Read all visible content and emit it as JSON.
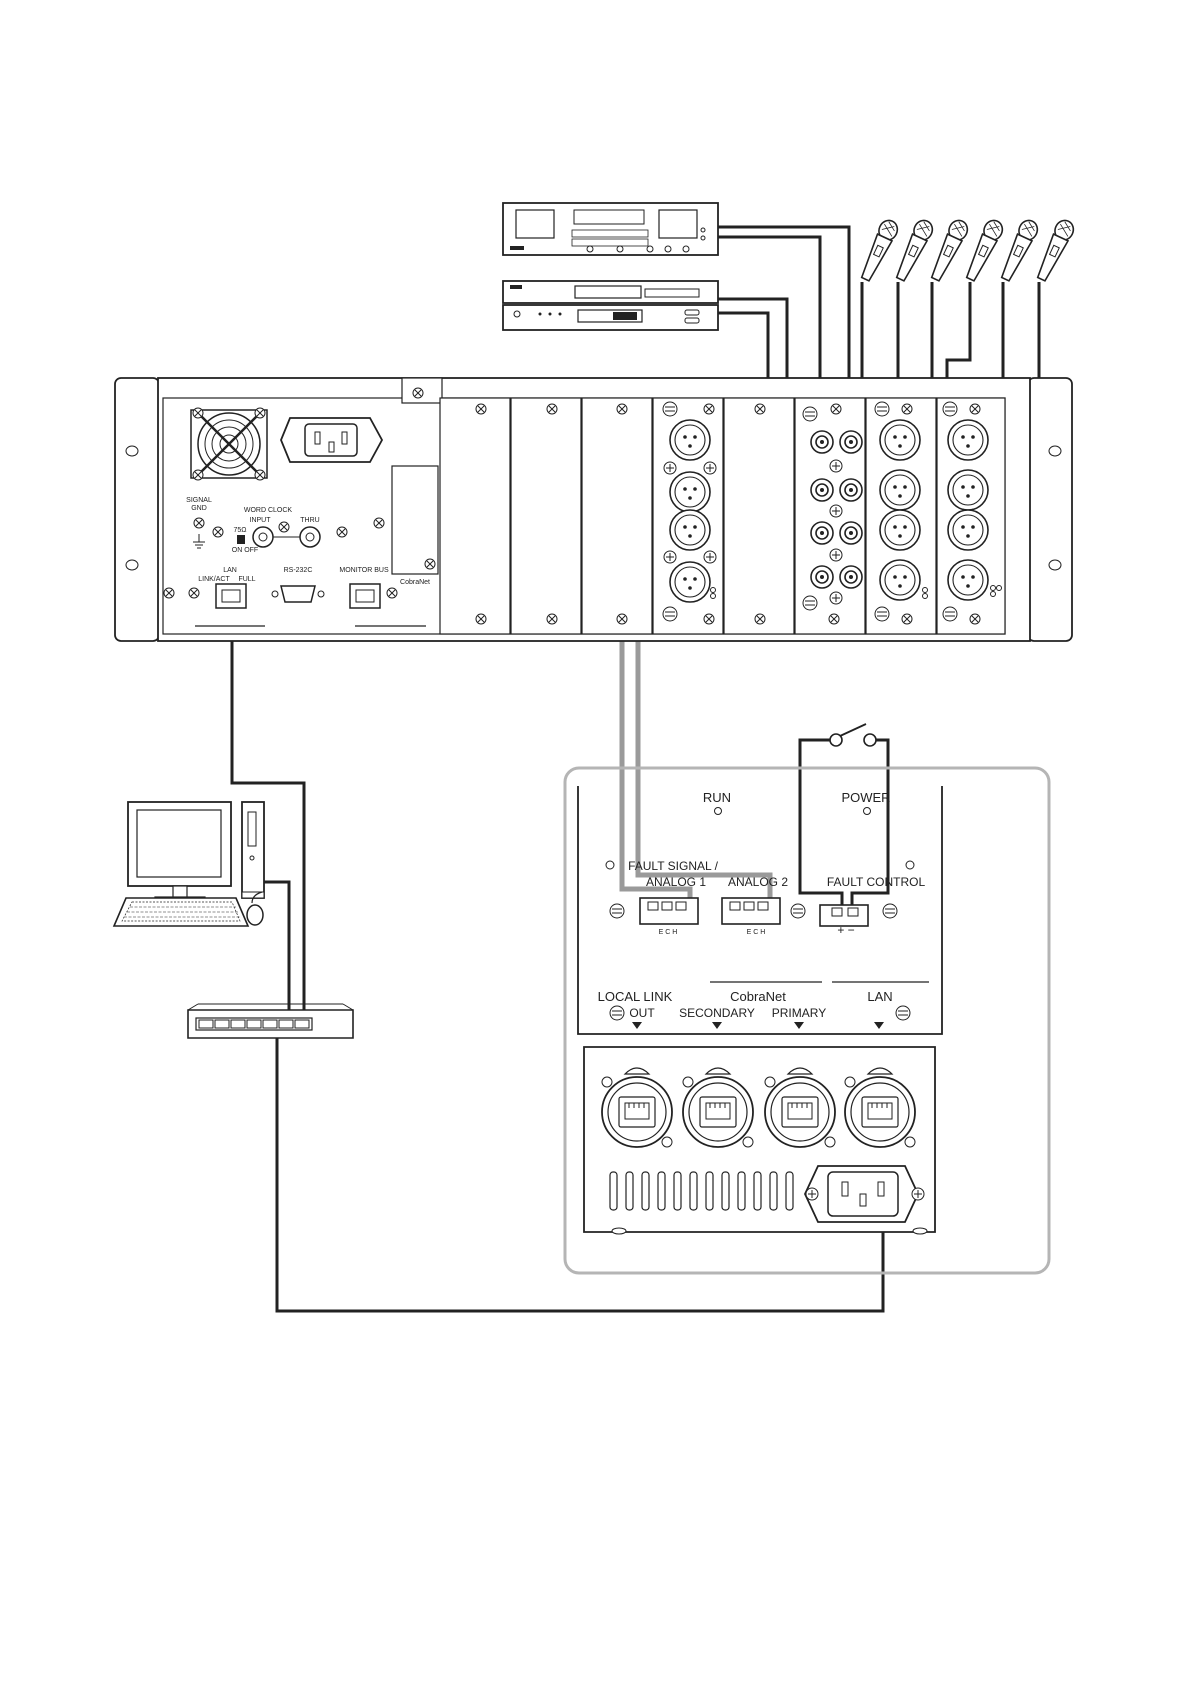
{
  "rear_panel": {
    "signal_gnd": [
      "SIGNAL",
      "GND"
    ],
    "word_clock": "WORD CLOCK",
    "input": "INPUT",
    "thru": "THRU",
    "termination": "75Ω",
    "on_off": "ON  OFF",
    "lan": "LAN",
    "link_act": "LINK/ACT",
    "full": "FULL",
    "rs232c": "RS-232C",
    "monitor_bus": "MONITOR BUS",
    "cobranet": "CobraNet"
  },
  "detail_panel": {
    "run": "RUN",
    "power": "POWER",
    "fault_signal": "FAULT SIGNAL /",
    "analog1": "ANALOG  1",
    "analog2": "ANALOG  2",
    "fault_control": "FAULT  CONTROL",
    "ech": "E  C  H",
    "plus_minus": "+  −",
    "local_link": "LOCAL  LINK",
    "out": "OUT",
    "cobranet": "CobraNet",
    "secondary": "SECONDARY",
    "primary": "PRIMARY",
    "lan": "LAN"
  },
  "colors": {
    "line": "#222222",
    "cable_gray": "#9a9a9a",
    "frame_gray": "#b5b5b5"
  }
}
